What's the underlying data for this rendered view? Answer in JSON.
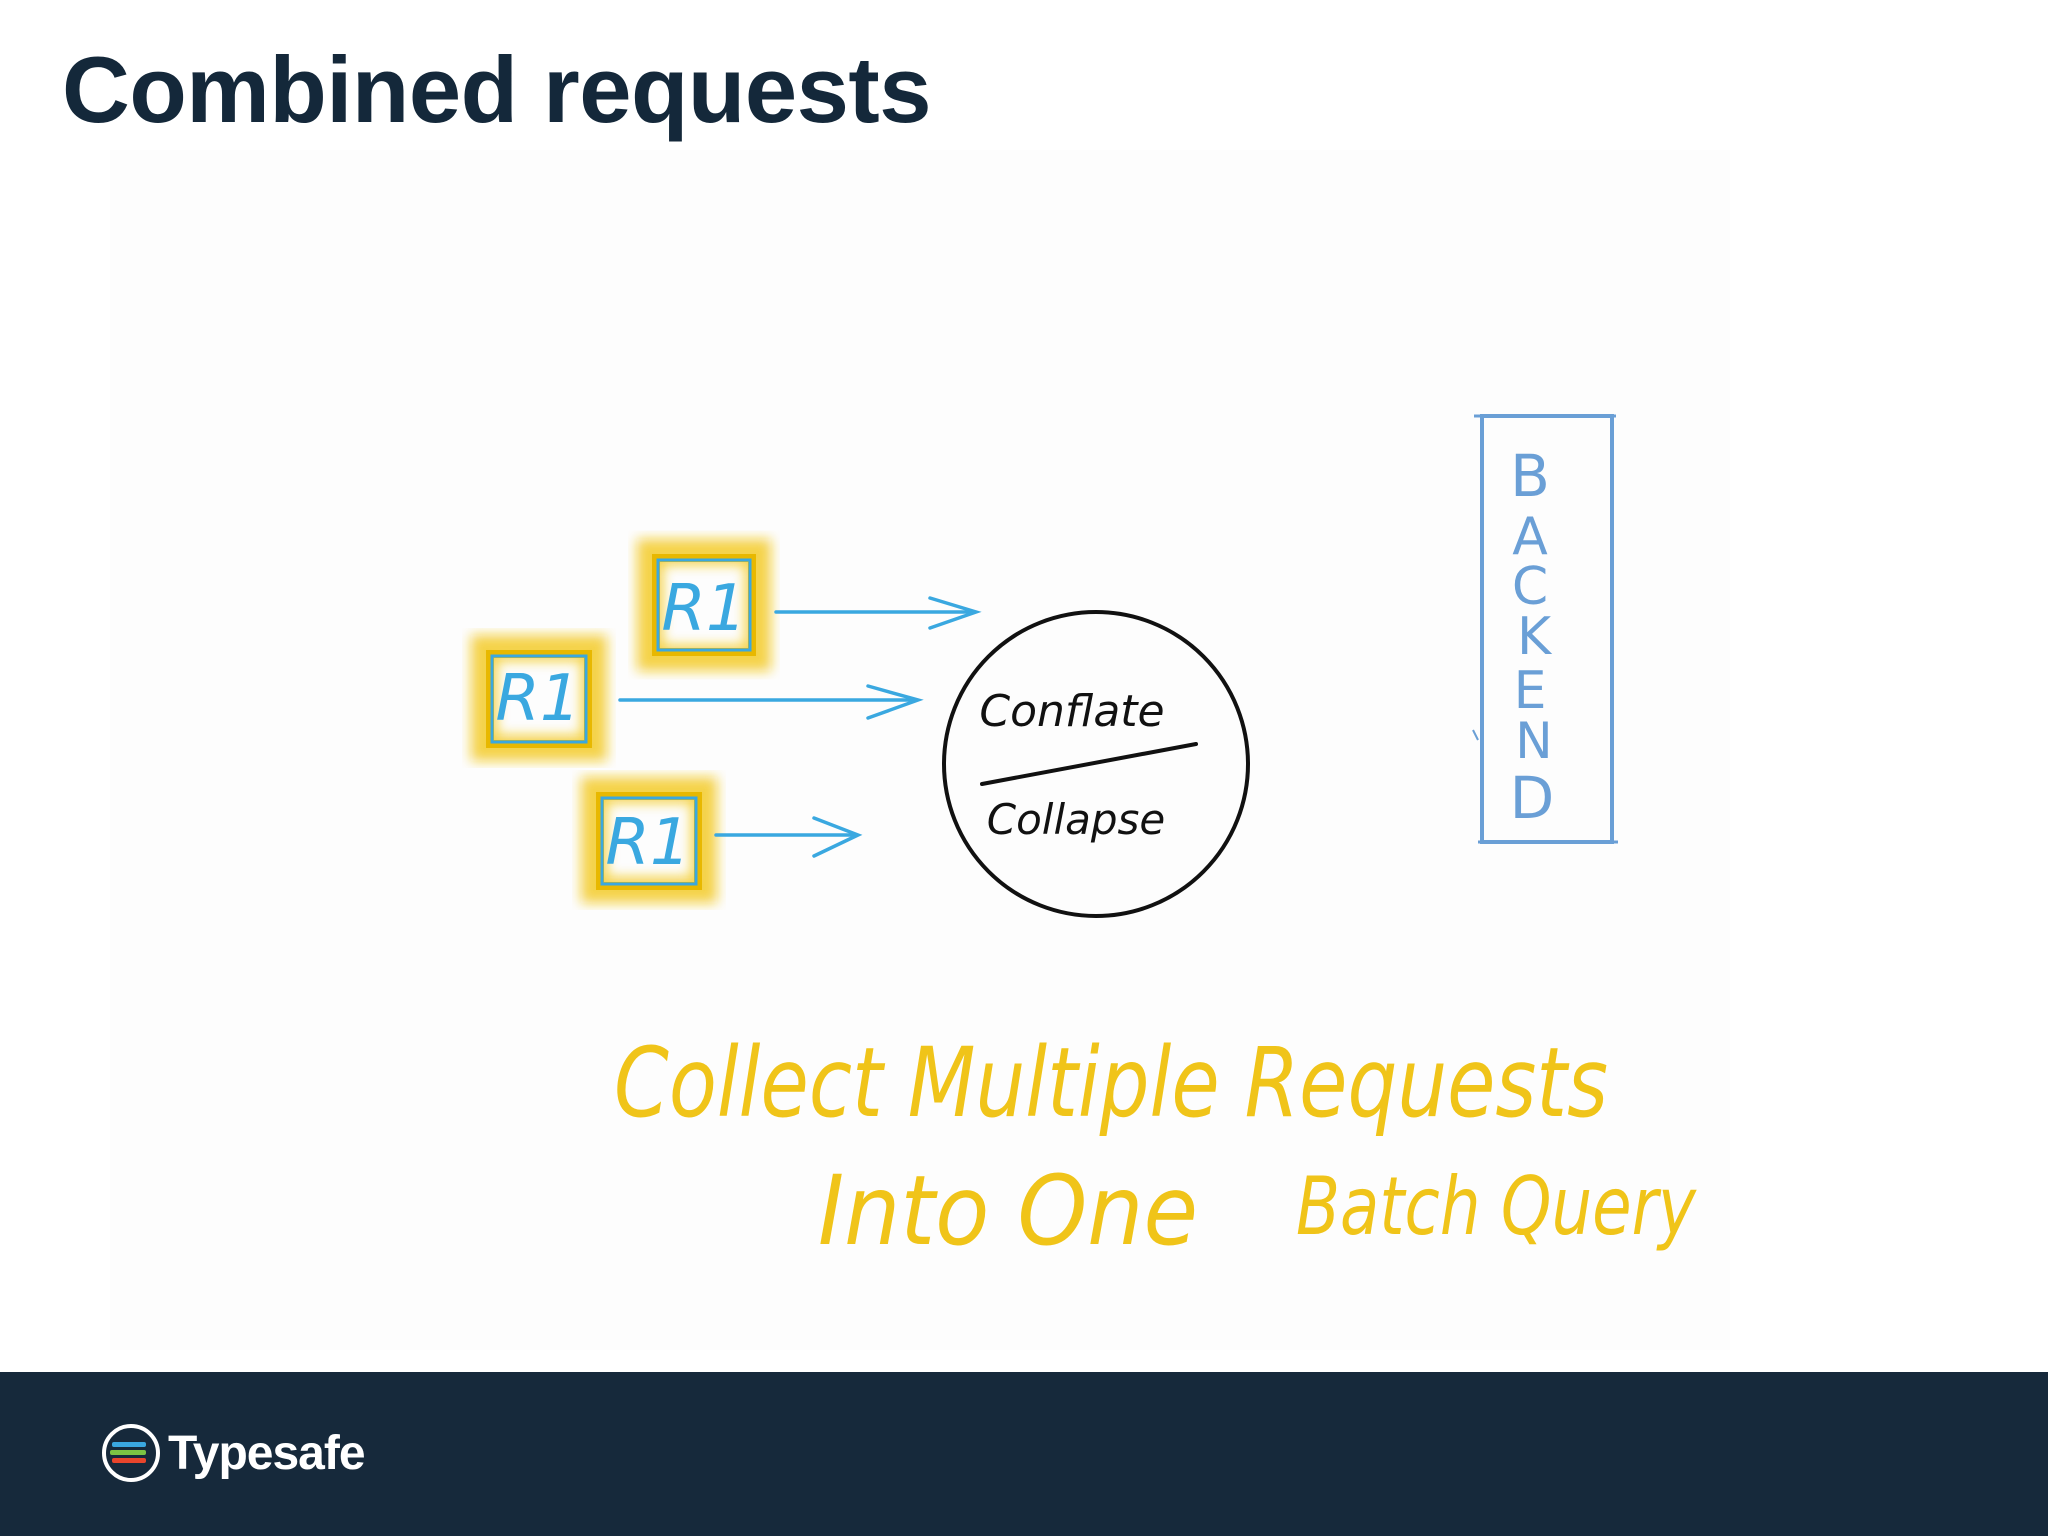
{
  "slide": {
    "title": "Combined requests"
  },
  "diagram": {
    "requests": [
      {
        "label": "R1"
      },
      {
        "label": "R1"
      },
      {
        "label": "R1"
      }
    ],
    "circle": {
      "top_label": "Conflate",
      "bottom_label": "Collapse"
    },
    "backend": {
      "letters": [
        "B",
        "A",
        "C",
        "K",
        "E",
        "N",
        "D"
      ]
    },
    "caption": {
      "line1": "Collect Multiple Requests",
      "line2a": "Into One",
      "line2b": "Batch Query"
    }
  },
  "footer": {
    "logo_text": "Typesafe"
  },
  "colors": {
    "title": "#14283a",
    "footer_bg": "#16293b",
    "marker_blue": "#3aa8e0",
    "highlight_yellow": "#f2c40f",
    "handwriting_yellow": "#f0c419",
    "backend_blue": "#6a9fd6",
    "ink": "#111111"
  },
  "icons": {
    "logo": "typesafe-logo-icon"
  }
}
